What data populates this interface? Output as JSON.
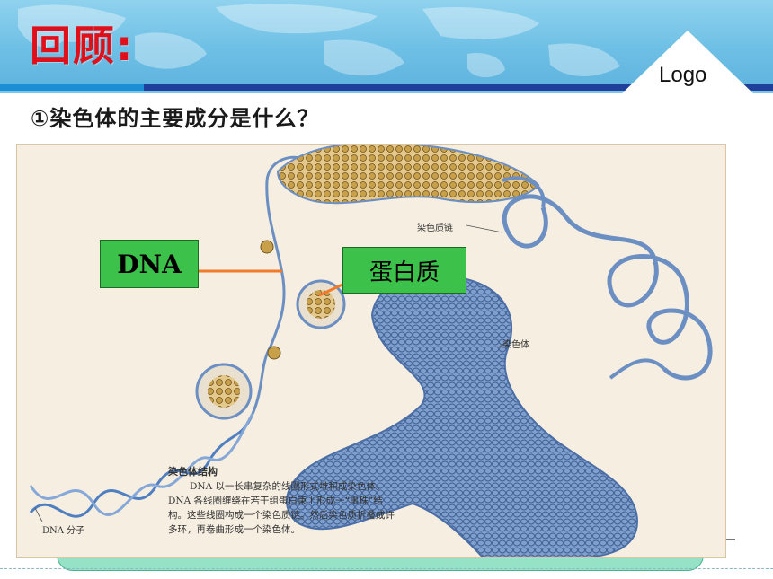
{
  "slide": {
    "title": "回顾:",
    "logo_text": "Logo",
    "question": "①染色体的主要成分是什么？"
  },
  "figure": {
    "label_dna": "DNA",
    "label_protein": "蛋白质",
    "label_chromatin_chain": "染色质链",
    "label_chromosome": "染色体",
    "label_dna_molecule": "DNA 分子",
    "caption_title": "染色体结构",
    "caption_lines": [
      "DNA 以一长串复杂的线圈形式堆积成染色体。",
      "DNA 各线圈缠绕在若干组蛋白束上形成一“串珠”结",
      "构。这些线圈构成一个染色质链。然后染色质折叠成许",
      "多环，再卷曲形成一个染色体。"
    ]
  },
  "colors": {
    "header_blue": "#6fc0e6",
    "title_red": "#e0101a",
    "label_green": "#3cc24a",
    "footer_mint": "#96e2c6",
    "chromosome_blue": "#6b8fc2",
    "bead_gold": "#c9a04a",
    "pointer_orange": "#f07b2a"
  }
}
